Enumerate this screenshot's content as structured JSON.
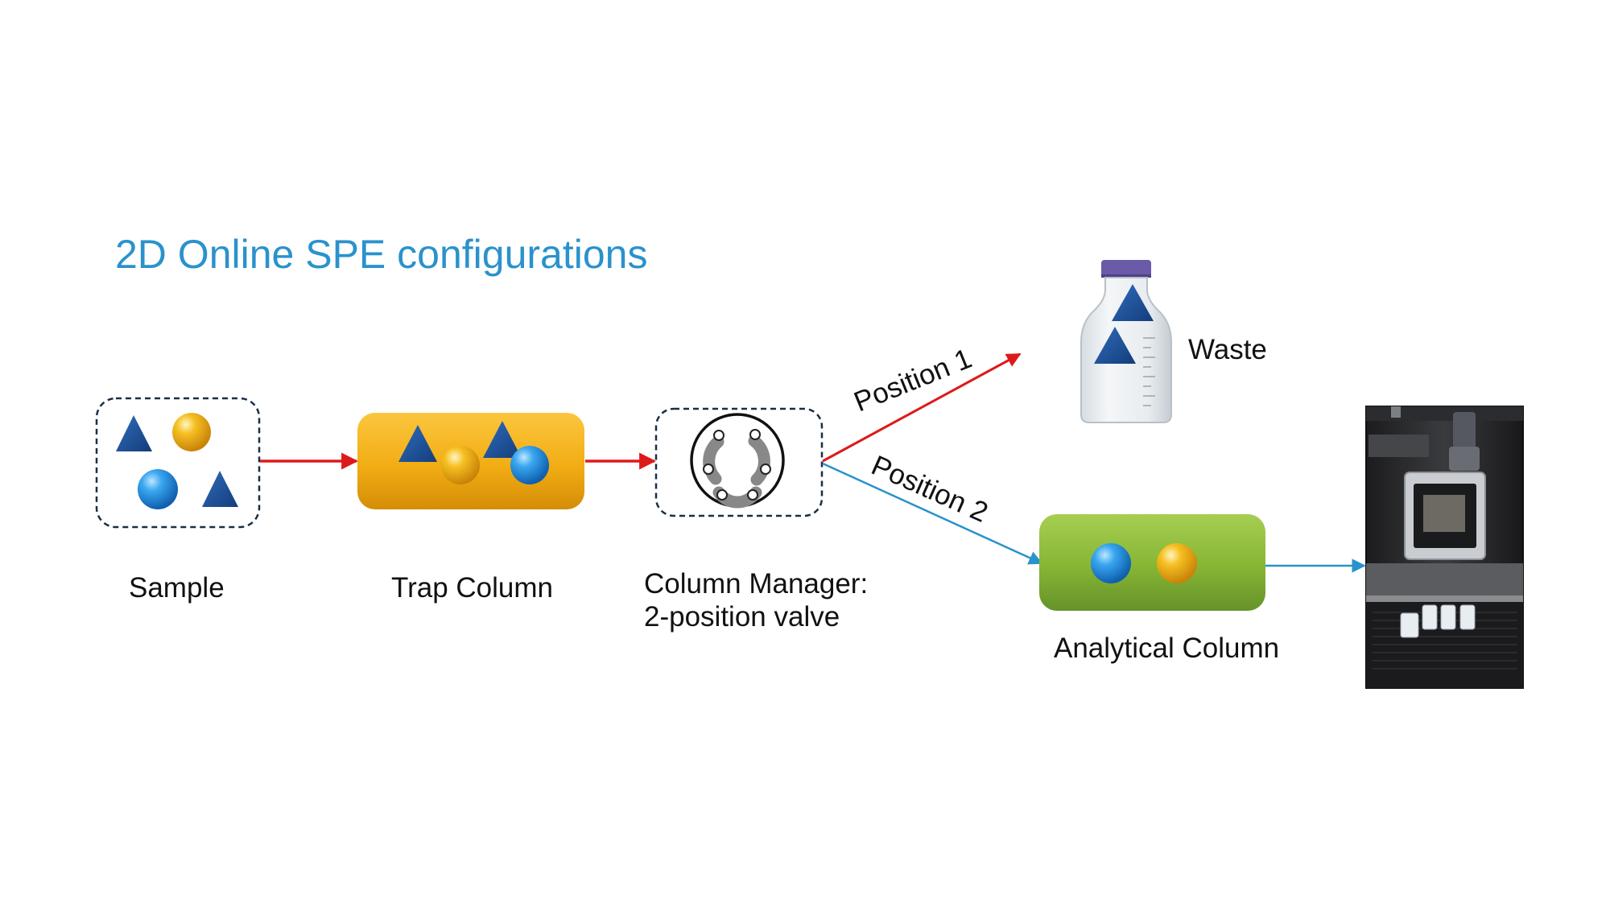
{
  "title": "2D Online SPE configurations",
  "nodes": {
    "sample": "Sample",
    "trap_column": "Trap Column",
    "column_manager_line1": "Column Manager:",
    "column_manager_line2": "2-position valve",
    "waste": "Waste",
    "analytical_column": "Analytical Column"
  },
  "paths": {
    "position1": "Position 1",
    "position2": "Position 2"
  },
  "colors": {
    "title": "#2a92cc",
    "red_arrow": "#dd1a1a",
    "blue_arrow": "#2a92cc",
    "trap_column": "#f2b019",
    "analytical_column": "#8bb93a",
    "triangle": "#1d4f96",
    "blue_sphere": "#1e8fe0",
    "gold_sphere": "#f2b40c",
    "bottle_cap": "#6a5aa8"
  }
}
